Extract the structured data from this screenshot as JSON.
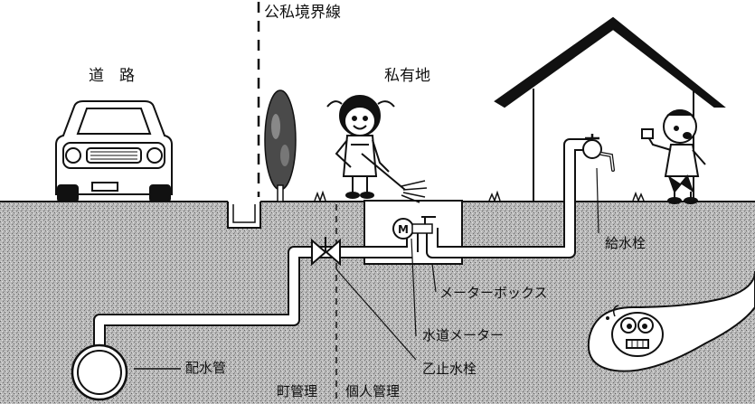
{
  "labels": {
    "boundary": "公私境界線",
    "road": "道　路",
    "private_land": "私有地",
    "hydrant": "給水栓",
    "meter_box": "メーターボックス",
    "water_meter": "水道メーター",
    "distribution_pipe": "配水管",
    "stop_valve": "乙止水栓",
    "town_management": "町管理",
    "private_management": "個人管理"
  }
}
